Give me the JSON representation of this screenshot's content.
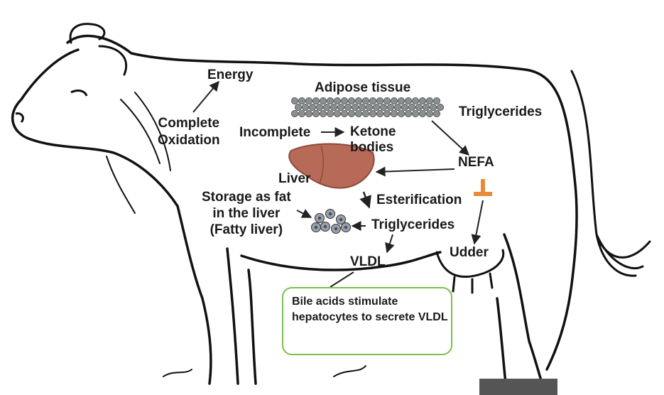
{
  "labels": {
    "energy": "Energy",
    "complete_oxidation": "Complete\nOxidation",
    "adipose_tissue": "Adipose tissue",
    "triglycerides_top": "Triglycerides",
    "incomplete": "Incomplete",
    "ketone_bodies": "Ketone\nbodies",
    "nefa": "NEFA",
    "liver": "Liver",
    "storage_fat": "Storage as fat\nin the liver\n(Fatty liver)",
    "esterification": "Esterification",
    "triglycerides_mid": "Triglycerides",
    "vldl": "VLDL",
    "udder": "Udder"
  },
  "callout": {
    "text": "Bile acids stimulate hepatocytes to secrete VLDL"
  },
  "colors": {
    "liver": "#b86a58",
    "inhibitor": "#e88a3a",
    "callout_border": "#7cc04b",
    "arrow": "#222222",
    "outline": "#111111"
  },
  "icons": {
    "adipose": "adipose-cells-icon",
    "fat_cells": "fat-droplets-icon",
    "liver": "liver-icon",
    "inhibitor": "inhibition-icon",
    "cow": "cow-silhouette"
  }
}
